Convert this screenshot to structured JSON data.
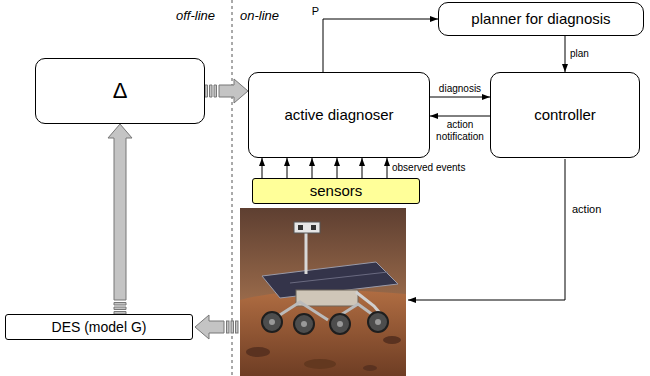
{
  "diagram": {
    "nodes": [
      {
        "text": [
          "planner for diagnosis"
        ]
      },
      {
        "text": [
          "Δ"
        ]
      },
      {
        "text": [
          "active diagnoser"
        ]
      },
      {
        "text": [
          "controller"
        ]
      },
      {
        "text": [
          "sensors"
        ]
      },
      {
        "text": [
          "DES (model G)"
        ]
      }
    ],
    "edges": [
      {
        "from": 2,
        "to": 0,
        "label": "P",
        "arrow": "to"
      },
      {
        "from": 0,
        "to": 3,
        "label": "plan",
        "arrow": "to"
      },
      {
        "from": 2,
        "to": 3,
        "label": "diagnosis",
        "arrow": "to"
      },
      {
        "from": 3,
        "to": 2,
        "label": "action notification",
        "arrow": "to"
      },
      {
        "from": 1,
        "to": 2,
        "arrow": "to"
      },
      {
        "from": 5,
        "to": 1,
        "arrow": "to"
      },
      {
        "from": 4,
        "to": 2,
        "arrow": "to"
      },
      {
        "from": 4,
        "to": 2,
        "arrow": "to"
      },
      {
        "from": 4,
        "to": 2,
        "arrow": "to"
      },
      {
        "from": 4,
        "to": 2,
        "arrow": "to"
      },
      {
        "from": 4,
        "to": 2,
        "arrow": "to"
      },
      {
        "from": 4,
        "to": 2,
        "label": "observed events",
        "arrow": "to"
      }
    ],
    "labels": [
      "off-line",
      "on-line",
      "action"
    ]
  }
}
